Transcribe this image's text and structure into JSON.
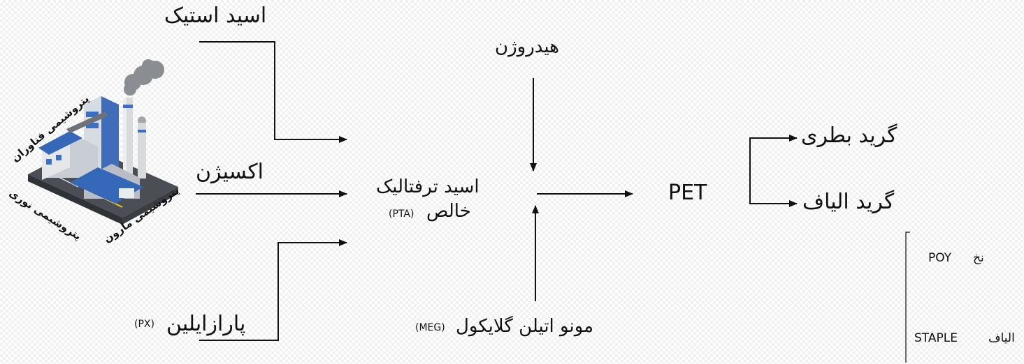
{
  "inputs": {
    "acetic_acid": "اسید استیک",
    "oxygen": "اکسیژن",
    "paraxylene": "پارازایلین",
    "paraxylene_abbr": "(PX)",
    "hydrogen": "هیدروژن",
    "meg": "مونو اتیلن گلایکول",
    "meg_abbr": "(MEG)"
  },
  "center": {
    "pta_line1": "اسید ترفتالیک",
    "pta_line2": "خالص",
    "pta_abbr": "(PTA)"
  },
  "product": "PET",
  "grades": {
    "bottle": "گرید بطری",
    "fiber": "گرید الیاف"
  },
  "fiber_types": {
    "poy_word": "نخ",
    "poy_code": "POY",
    "staple_word": "الیاف",
    "staple_code": "STAPLE"
  },
  "factory": {
    "label_top": "پتروشیمی فناوران",
    "label_left": "پتروشیمی نوری",
    "label_right": "پتروشیمی مارون"
  }
}
